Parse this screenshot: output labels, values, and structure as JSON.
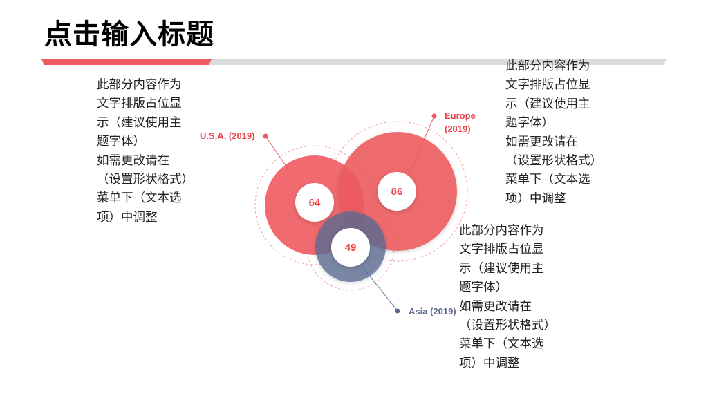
{
  "title": "点击输入标题",
  "colors": {
    "red": "#ee5a5f",
    "red_dark": "#e8434b",
    "navy": "#5c6a92",
    "grey_bar": "#dcdcdc"
  },
  "diagram": {
    "circles": [
      {
        "name": "U.S.A. (2019)",
        "label": "U.S.A. (2019)",
        "value": "64"
      },
      {
        "name": "Europe (2019)",
        "label_line1": "Europe",
        "label_line2": "(2019)",
        "value": "86"
      },
      {
        "name": "Asia (2019)",
        "label": "Asia (2019)",
        "value": "49"
      }
    ]
  },
  "text_blocks": {
    "left": "此部分内容作为\n文字排版占位显\n示（建议使用主\n题字体）\n如需更改请在\n（设置形状格式）\n菜单下（文本选\n项）中调整",
    "right_top": "此部分内容作为\n文字排版占位显\n示（建议使用主\n题字体）\n如需更改请在\n（设置形状格式）\n菜单下（文本选\n项）中调整",
    "right_bottom": "此部分内容作为\n文字排版占位显\n示（建议使用主\n题字体）\n如需更改请在\n（设置形状格式）\n菜单下（文本选\n项）中调整"
  }
}
